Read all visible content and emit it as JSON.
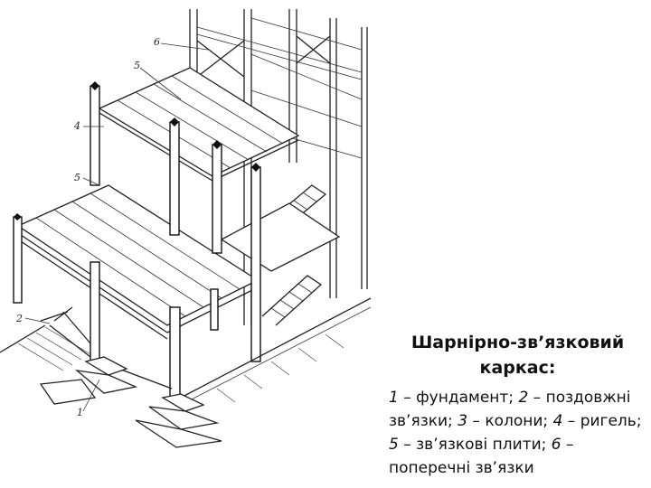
{
  "caption": {
    "title": "Шарнірно-зв’язковий каркас:",
    "items": [
      {
        "num": "1",
        "text": " – фундамент; "
      },
      {
        "num": "2",
        "text": " – поздовжні зв’язки; "
      },
      {
        "num": "3",
        "text": " – колони; "
      },
      {
        "num": "4",
        "text": " – ригель; "
      },
      {
        "num": "5",
        "text": " – зв’язкові плити; "
      },
      {
        "num": "6",
        "text": " – поперечні зв’язки"
      }
    ]
  },
  "callouts": {
    "c1": "1",
    "c2": "2",
    "c4": "4",
    "c5a": "5",
    "c5b": "5",
    "c6": "6"
  }
}
